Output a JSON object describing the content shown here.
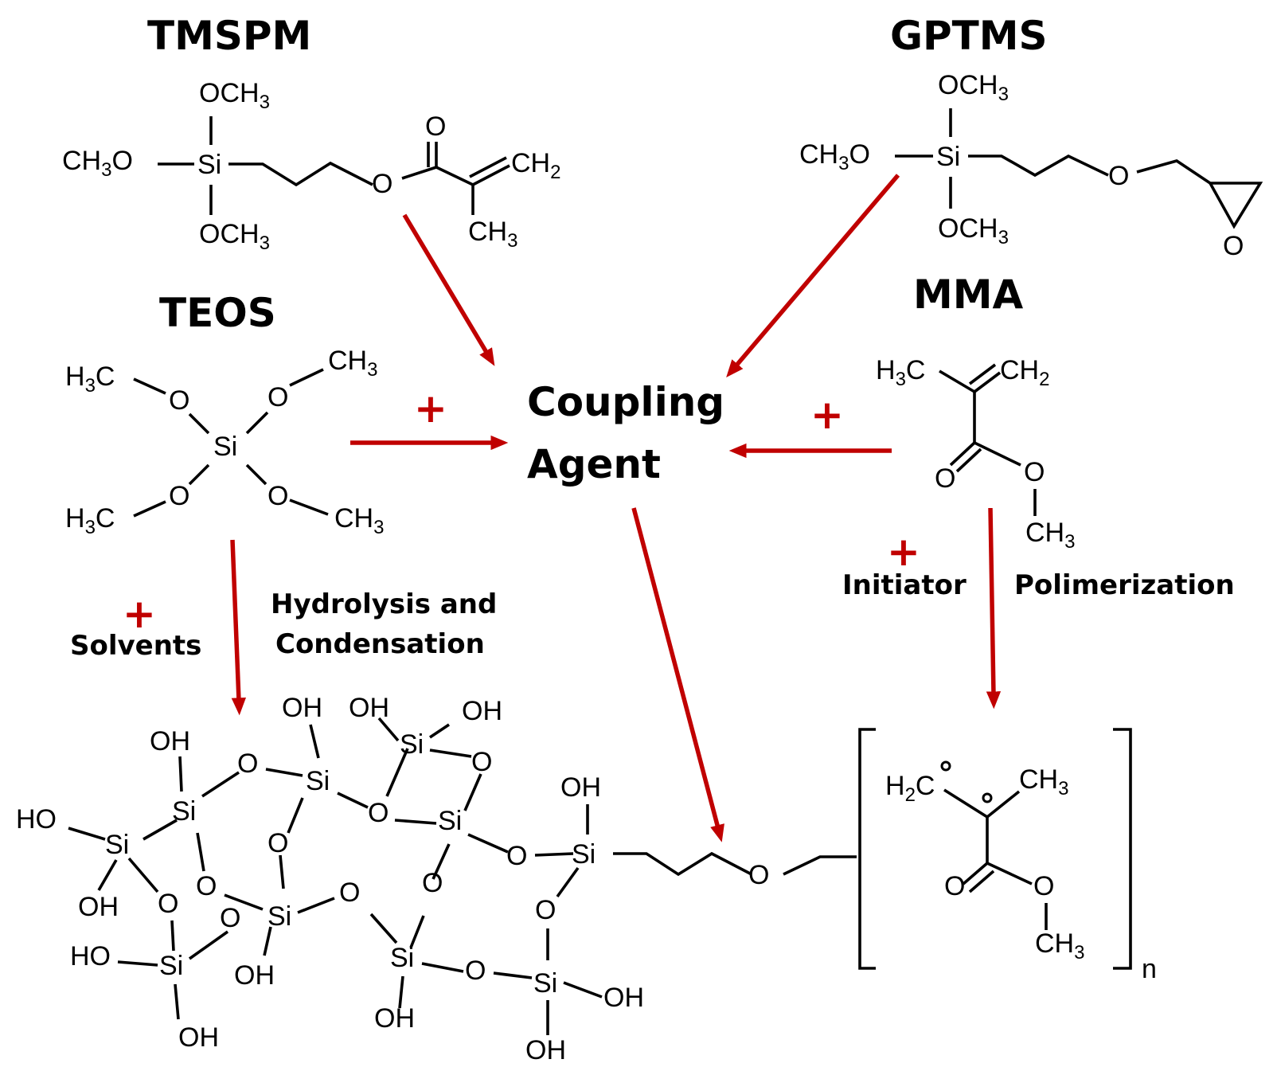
{
  "titles": {
    "tmspm": "TMSPM",
    "gptms": "GPTMS",
    "teos": "TEOS",
    "mma": "MMA",
    "coupling_line1": "Coupling",
    "coupling_line2": "Agent"
  },
  "labels": {
    "plus": "+",
    "solvents": "Solvents",
    "hydrolysis_line1": "Hydrolysis and",
    "hydrolysis_line2": "Condensation",
    "initiator": "Initiator",
    "polimerization": "Polimerization",
    "repeat_n": "n"
  },
  "atoms": {
    "O": "O",
    "Si": "Si",
    "OH": "OH",
    "HO": "HO",
    "OCH": "OCH",
    "CH": "CH",
    "H": "H",
    "C": "C",
    "sub2": "2",
    "sub3": "3"
  },
  "colors": {
    "arrow": "#c00000",
    "ink": "#000000"
  }
}
